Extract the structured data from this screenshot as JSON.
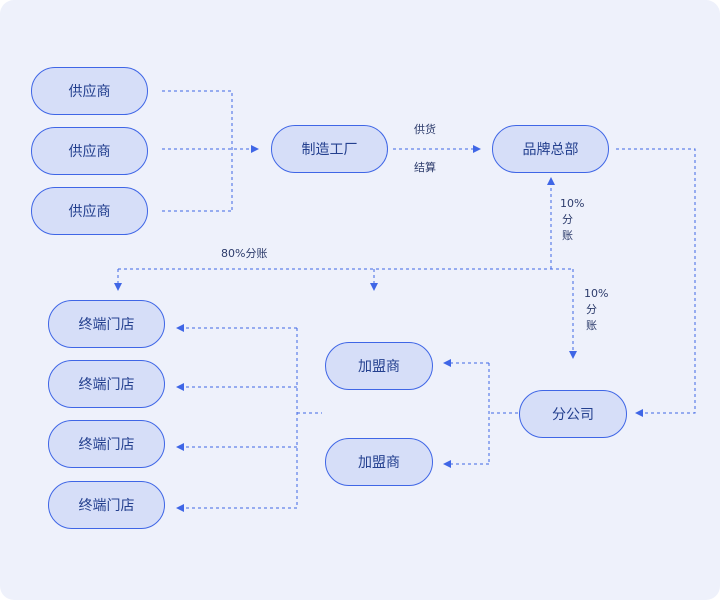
{
  "colors": {
    "background": "#eef1fb",
    "node_fill": "#d6def8",
    "node_border": "#3f66e6",
    "line": "#3f66e6",
    "node_text": "#24408f"
  },
  "nodes": {
    "supplier_1": "供应商",
    "supplier_2": "供应商",
    "supplier_3": "供应商",
    "factory": "制造工厂",
    "brand_hq": "品牌总部",
    "store_1": "终端门店",
    "store_2": "终端门店",
    "store_3": "终端门店",
    "store_4": "终端门店",
    "franchisee_1": "加盟商",
    "franchisee_2": "加盟商",
    "branch": "分公司"
  },
  "labels": {
    "supply": "供货",
    "settle": "结算",
    "share_80": "80%分账",
    "share_10_a_pct": "10%",
    "share_10_a_c1": "分",
    "share_10_a_c2": "账",
    "share_10_b_pct": "10%",
    "share_10_b_c1": "分",
    "share_10_b_c2": "账"
  }
}
